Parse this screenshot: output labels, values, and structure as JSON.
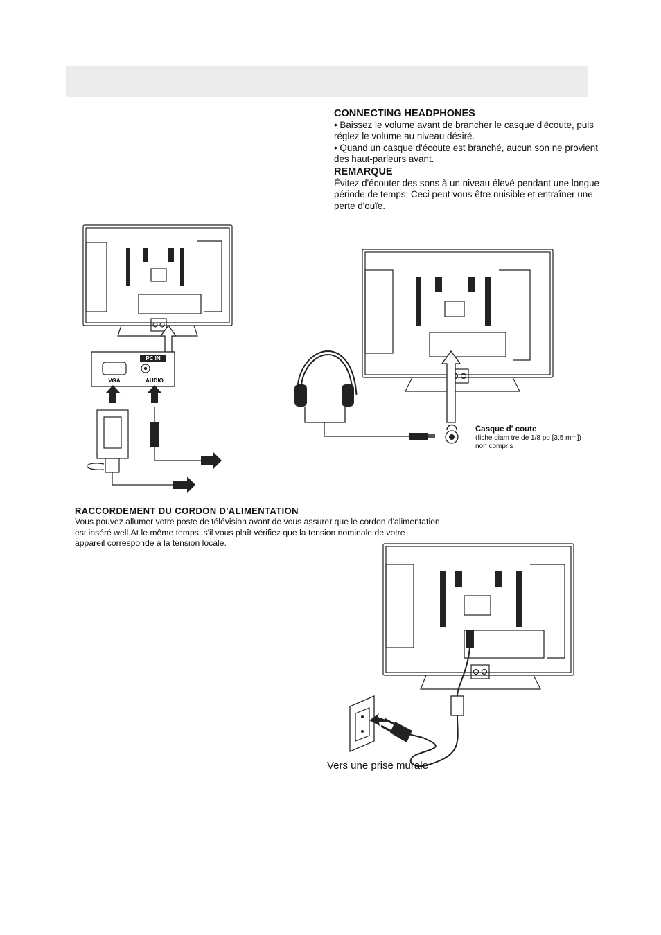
{
  "headphones": {
    "title": "CONNECTING HEADPHONES",
    "bullets": [
      "• Baissez le volume avant de brancher le casque d'écoute, puis réglez le volume au niveau désiré.",
      "• Quand un casque d'écoute est branché, aucun son ne provient des haut-parleurs avant."
    ],
    "note_title": "REMARQUE",
    "note_text": "Évitez d'écouter des sons à un niveau élevé pendant une longue période de temps. Ceci peut vous être nuisible et entraîner une perte d'ouïe."
  },
  "pc_panel": {
    "header": "PC IN",
    "vga_label": "VGA",
    "audio_label": "AUDIO"
  },
  "casque_caption": {
    "title": "Casque d' coute",
    "line1": "(fiche diam tre de 1/8 po [3,5 mm])",
    "line2": "non compris"
  },
  "power": {
    "title": "RACCORDEMENT DU CORDON D'ALIMENTATION",
    "lines": [
      "Vous pouvez allumer votre poste de télévision avant de vous assurer que le cordon d'alimentation",
      "est inséré well.At le même temps, s'il vous plaît vérifiez que la tension nominale de votre",
      "appareil corresponde à la tension locale."
    ]
  },
  "outlet_caption": "Vers une prise murale"
}
